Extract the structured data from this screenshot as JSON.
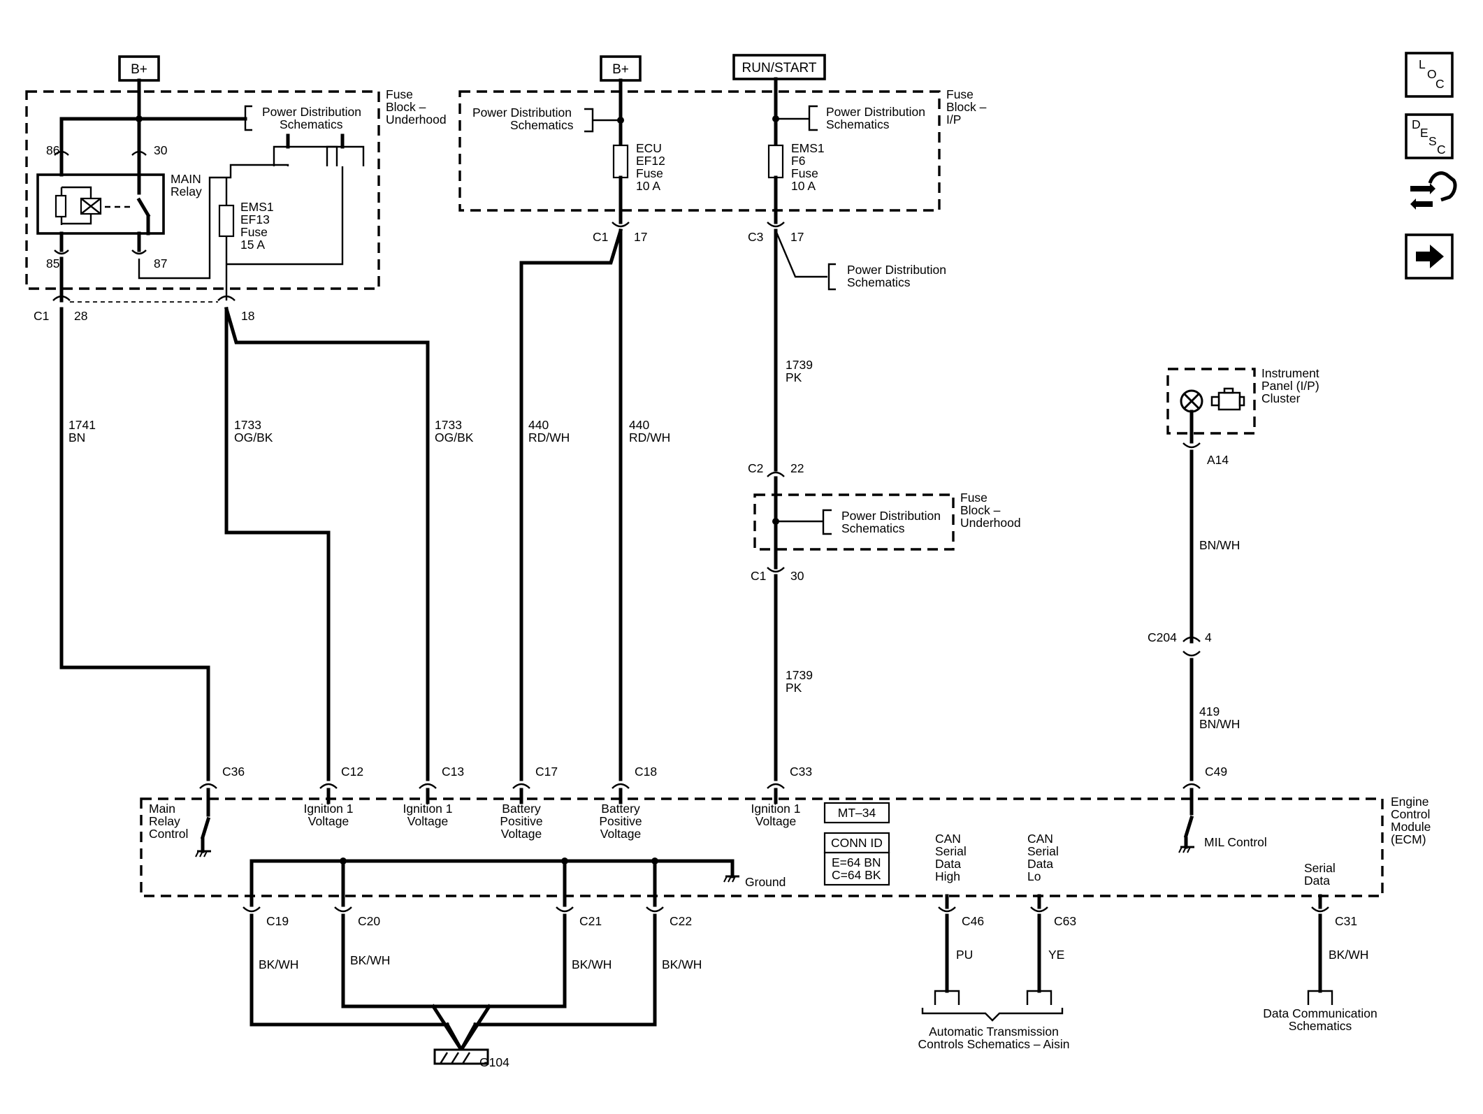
{
  "power_sources": {
    "bplus_left": "B+",
    "bplus_mid": "B+",
    "run_start": "RUN/START"
  },
  "nav_icons": {
    "loc": [
      "L",
      "O",
      "C"
    ],
    "desc": [
      "D",
      "E",
      "S",
      "C"
    ]
  },
  "fuse_block_underhood": {
    "label": [
      "Fuse",
      "Block –",
      "Underhood"
    ],
    "power_dist": [
      "Power Distribution",
      "Schematics"
    ],
    "relay_pin_86": "86",
    "relay_pin_30": "30",
    "relay_pin_85": "85",
    "relay_pin_87": "87",
    "relay_label": [
      "MAIN",
      "Relay"
    ],
    "fuse_label": [
      "EMS1",
      "EF13",
      "Fuse",
      "15 A"
    ],
    "conn_c1": "C1",
    "conn_28": "28",
    "conn_18": "18"
  },
  "fuse_block_ip": {
    "label": [
      "Fuse",
      "Block –",
      "I/P"
    ],
    "power_dist_left": [
      "Power Distribution",
      "Schematics"
    ],
    "power_dist_right": [
      "Power Distribution",
      "Schematics"
    ],
    "fuse_ecu": [
      "ECU",
      "EF12",
      "Fuse",
      "10 A"
    ],
    "fuse_ems": [
      "EMS1",
      "F6",
      "Fuse",
      "10 A"
    ],
    "conn_c1": "C1",
    "conn_c1_pin": "17",
    "conn_c3": "C3",
    "conn_c3_pin": "17"
  },
  "mid_power_dist": [
    "Power Distribution",
    "Schematics"
  ],
  "wire_1739_top": [
    "1739",
    "PK"
  ],
  "wire_1739_bottom": [
    "1739",
    "PK"
  ],
  "fuse_block_underhood_2": {
    "label": [
      "Fuse",
      "Block –",
      "Underhood"
    ],
    "power_dist": [
      "Power Distribution",
      "Schematics"
    ],
    "conn_c2": "C2",
    "conn_c2_pin": "22",
    "conn_c1": "C1",
    "conn_c1_pin": "30"
  },
  "instrument_panel": {
    "label": [
      "Instrument",
      "Panel (I/P)",
      "Cluster"
    ],
    "conn_a14": "A14",
    "wire_bnwh": "BN/WH",
    "conn_c204": "C204",
    "conn_c204_pin": "4",
    "wire_419": [
      "419",
      "BN/WH"
    ]
  },
  "wires": {
    "w1741": [
      "1741",
      "BN"
    ],
    "w1733a": [
      "1733",
      "OG/BK"
    ],
    "w1733b": [
      "1733",
      "OG/BK"
    ],
    "w440a": [
      "440",
      "RD/WH"
    ],
    "w440b": [
      "440",
      "RD/WH"
    ]
  },
  "ecm": {
    "label": [
      "Engine",
      "Control",
      "Module",
      "(ECM)"
    ],
    "mt34": "MT–34",
    "conn_id": "CONN ID",
    "conn_id_values": [
      "E=64 BN",
      "C=64 BK"
    ],
    "pins": {
      "c36": "C36",
      "c12": "C12",
      "c13": "C13",
      "c17": "C17",
      "c18": "C18",
      "c33": "C33",
      "c49": "C49"
    },
    "functions": {
      "main_relay": [
        "Main",
        "Relay",
        "Control"
      ],
      "ign1_a": [
        "Ignition 1",
        "Voltage"
      ],
      "ign1_b": [
        "Ignition 1",
        "Voltage"
      ],
      "batt_a": [
        "Battery",
        "Positive",
        "Voltage"
      ],
      "batt_b": [
        "Battery",
        "Positive",
        "Voltage"
      ],
      "ign1_c": [
        "Ignition 1",
        "Voltage"
      ],
      "can_high": [
        "CAN",
        "Serial",
        "Data",
        "High"
      ],
      "can_lo": [
        "CAN",
        "Serial",
        "Data",
        "Lo"
      ],
      "mil": "MIL Control",
      "serial": [
        "Serial",
        "Data"
      ],
      "ground": "Ground"
    }
  },
  "bottom": {
    "c19": "C19",
    "c20": "C20",
    "c21": "C21",
    "c22": "C22",
    "bkwh_19": "BK/WH",
    "bkwh_20": "BK/WH",
    "bkwh_21": "BK/WH",
    "bkwh_22": "BK/WH",
    "g104": "G104",
    "c46": "C46",
    "c63": "C63",
    "c31": "C31",
    "pu": "PU",
    "ye": "YE",
    "bkwh_31": "BK/WH",
    "atc": [
      "Automatic Transmission",
      "Controls Schematics – Aisin"
    ],
    "dcs": [
      "Data Communication",
      "Schematics"
    ]
  }
}
